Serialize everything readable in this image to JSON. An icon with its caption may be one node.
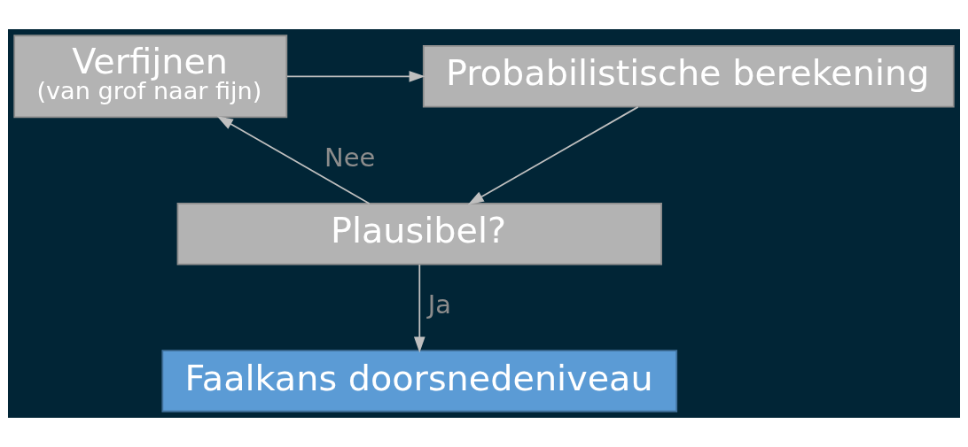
{
  "diagram": {
    "nodes": [
      {
        "text": [
          "Probabilistische berekening"
        ]
      },
      {
        "text": [
          "Verfijnen",
          "(van grof naar fijn)"
        ]
      },
      {
        "text": [
          "Plausibel?"
        ]
      },
      {
        "text": [
          "Faalkans doorsnedeniveau"
        ]
      }
    ],
    "edges": [
      {
        "from": 1,
        "to": 0,
        "arrow": "to"
      },
      {
        "from": 0,
        "to": 2,
        "arrow": "to"
      },
      {
        "from": 2,
        "to": 1,
        "arrow": "to",
        "label": "Nee"
      },
      {
        "from": 2,
        "to": 3,
        "arrow": "to",
        "label": "Ja"
      }
    ]
  }
}
